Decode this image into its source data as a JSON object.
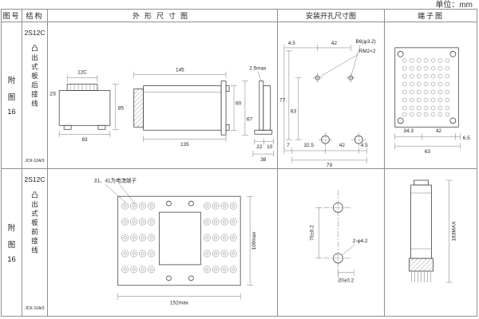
{
  "page": {
    "units": "单位：mm"
  },
  "header": {
    "figure": "图号",
    "structure": "结构",
    "outline": "外形尺寸图",
    "mounting": "安装开孔尺寸图",
    "terminal": "端子图"
  },
  "row1": {
    "figure": {
      "l1": "附",
      "l2": "图",
      "l3": "16"
    },
    "model": "2S12C",
    "structure": "凸出式板后接线",
    "code": "JCK-10A/3",
    "outline": {
      "d12c": "12C",
      "d2s": "2S",
      "d83": "83",
      "d85": "85",
      "d145": "145",
      "d135": "135",
      "d60": "60",
      "d67": "67",
      "d25max": "2.5max",
      "d22": "22",
      "d10": "10",
      "d38": "38"
    },
    "mounting": {
      "d45a": "4.5",
      "d42a": "42",
      "b6": "B6(φ3.2)",
      "rm": "RM2×2",
      "d77": "77",
      "d63": "63",
      "d7": "7",
      "d325": "32.5",
      "d42b": "42",
      "d45b": "4.5",
      "d79": "79"
    },
    "terminal": {
      "d343": "34.3",
      "d42": "42",
      "d65": "6.5",
      "d63": "63"
    }
  },
  "row2": {
    "figure": {
      "l1": "附",
      "l2": "图",
      "l3": "16"
    },
    "model": "2S12C",
    "structure": "凸出式板前接线",
    "code": "JCK-10A/3",
    "outline": {
      "note": "31、41为电流端子",
      "d152": "152max",
      "d100": "100max"
    },
    "mounting": {
      "d76": "76±0.2",
      "dphi": "2-φ4.2",
      "d20": "20±0.2"
    },
    "terminal": {
      "d183": "183MAX"
    }
  }
}
